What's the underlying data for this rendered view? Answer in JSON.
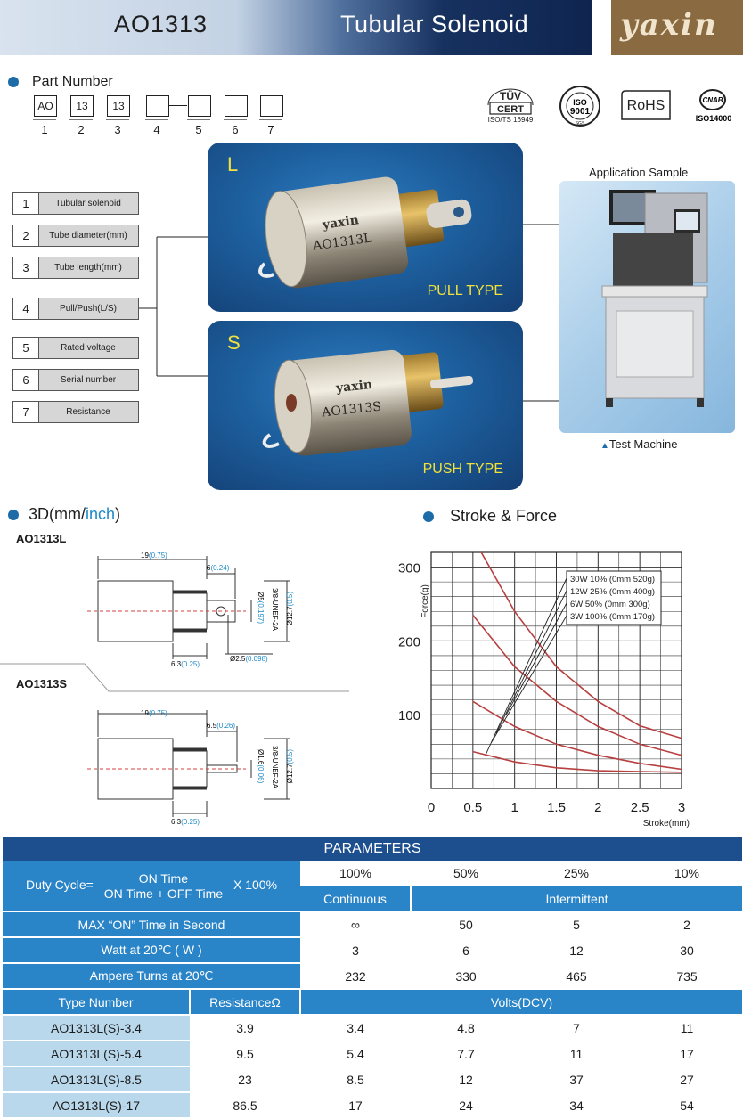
{
  "header": {
    "model": "AO1313",
    "title": "Tubular Solenoid",
    "logo": "yaxin"
  },
  "part_number": {
    "label": "Part Number",
    "boxes": [
      "AO",
      "13",
      "13",
      "",
      "",
      "",
      ""
    ],
    "positions": [
      "1",
      "2",
      "3",
      "4",
      "5",
      "6",
      "7"
    ]
  },
  "certs": [
    {
      "name": "tuv-cert-icon",
      "top": "TÜV",
      "main": "CERT",
      "sub": "ISO/TS 16949"
    },
    {
      "name": "iso9001-icon",
      "top": "ISO",
      "main": "9001",
      "sub": "SGS"
    },
    {
      "name": "rohs-icon",
      "top": "",
      "main": "RoHS",
      "sub": ""
    },
    {
      "name": "iso14000-icon",
      "top": "CNAB",
      "main": "",
      "sub": "ISO14000"
    }
  ],
  "legend": [
    {
      "num": "1",
      "text": "Tubular solenoid"
    },
    {
      "num": "2",
      "text": "Tube diameter(mm)"
    },
    {
      "num": "3",
      "text": "Tube length(mm)"
    },
    {
      "num": "4",
      "text": "Pull/Push(L/S)"
    },
    {
      "num": "5",
      "text": "Rated voltage"
    },
    {
      "num": "6",
      "text": "Serial number"
    },
    {
      "num": "7",
      "text": "Resistance"
    }
  ],
  "panels": {
    "pull": {
      "letter": "L",
      "type": "PULL TYPE",
      "brand": "yaxin",
      "model": "AO1313L"
    },
    "push": {
      "letter": "S",
      "type": "PUSH TYPE",
      "brand": "yaxin",
      "model": "AO1313S"
    }
  },
  "application": {
    "title": "Application Sample",
    "caption": "Test Machine"
  },
  "dims": {
    "title_prefix": "3D(mm/",
    "title_inch": "inch",
    "title_suffix": ")",
    "l_label": "AO1313L",
    "s_label": "AO1313S",
    "l_len": "19",
    "l_len_in": "(0.75)",
    "l_shaft": "6",
    "l_shaft_in": "(0.24)",
    "l_thread": "3/8-UNEF-2A",
    "l_dia": "Ø12.7",
    "l_dia_in": "(0.5)",
    "l_pin": "Ø5",
    "l_pin_in": "(0.197)",
    "l_hole": "Ø2.5",
    "l_hole_in": "(0.098)",
    "l_body": "6.3",
    "l_body_in": "(0.25)",
    "s_len": "19",
    "s_len_in": "(0.75)",
    "s_shaft": "6.5",
    "s_shaft_in": "(0.26)",
    "s_thread": "3/8-UNEF-2A",
    "s_dia": "Ø12.7",
    "s_dia_in": "(0.5)",
    "s_pin": "Ø1.6",
    "s_pin_in": "(0.06)",
    "s_body": "6.3",
    "s_body_in": "(0.25)"
  },
  "chart_data": {
    "type": "line",
    "title": "Stroke & Force",
    "xlabel": "Stroke(mm)",
    "ylabel": "Force(g)",
    "xlim": [
      0,
      3
    ],
    "ylim": [
      0,
      320
    ],
    "x_ticks": [
      "0",
      "0.5",
      "1",
      "1.5",
      "2",
      "2.5",
      "3"
    ],
    "y_ticks": [
      "100",
      "200",
      "300"
    ],
    "grid": true,
    "series": [
      {
        "name": "30W 10% (0mm 520g)",
        "color": "#b84040",
        "x": [
          0.6,
          1.0,
          1.5,
          2.0,
          2.5,
          3.0
        ],
        "y": [
          320,
          240,
          165,
          118,
          85,
          68
        ]
      },
      {
        "name": "12W 25% (0mm 400g)",
        "color": "#b84040",
        "x": [
          0.5,
          1.0,
          1.5,
          2.0,
          2.5,
          3.0
        ],
        "y": [
          235,
          165,
          118,
          84,
          60,
          45
        ]
      },
      {
        "name": "6W 50% (0mm 300g)",
        "color": "#b84040",
        "x": [
          0.5,
          1.0,
          1.5,
          2.0,
          2.5,
          3.0
        ],
        "y": [
          118,
          84,
          60,
          45,
          34,
          26
        ]
      },
      {
        "name": "3W 100% (0mm 170g)",
        "color": "#b84040",
        "x": [
          0.5,
          1.0,
          1.5,
          2.0,
          2.5,
          3.0
        ],
        "y": [
          50,
          36,
          28,
          24,
          23,
          22
        ]
      }
    ]
  },
  "params": {
    "title": "PARAMETERS",
    "duty_prefix": "Duty Cycle=",
    "duty_num": "ON Time",
    "duty_den": "ON Time + OFF Time",
    "duty_suffix": "X 100%",
    "duty_values": [
      "100%",
      "50%",
      "25%",
      "10%"
    ],
    "continuous": "Continuous",
    "intermittent": "Intermittent",
    "rows": [
      {
        "label": "MAX “ON” Time in Second",
        "values": [
          "∞",
          "50",
          "5",
          "2"
        ]
      },
      {
        "label": "Watt at 20℃ ( W )",
        "values": [
          "3",
          "6",
          "12",
          "30"
        ]
      },
      {
        "label": "Ampere Turns at 20℃",
        "values": [
          "232",
          "330",
          "465",
          "735"
        ]
      }
    ],
    "type_header": "Type Number",
    "resistance_header": "ResistanceΩ",
    "volts_header": "Volts(DCV)",
    "types": [
      {
        "type": "AO1313L(S)-3.4",
        "resistance": "3.9",
        "volts": [
          "3.4",
          "4.8",
          "7",
          "11"
        ]
      },
      {
        "type": "AO1313L(S)-5.4",
        "resistance": "9.5",
        "volts": [
          "5.4",
          "7.7",
          "11",
          "17"
        ]
      },
      {
        "type": "AO1313L(S)-8.5",
        "resistance": "23",
        "volts": [
          "8.5",
          "12",
          "37",
          "27"
        ]
      },
      {
        "type": "AO1313L(S)-17",
        "resistance": "86.5",
        "volts": [
          "17",
          "24",
          "34",
          "54"
        ]
      }
    ]
  }
}
